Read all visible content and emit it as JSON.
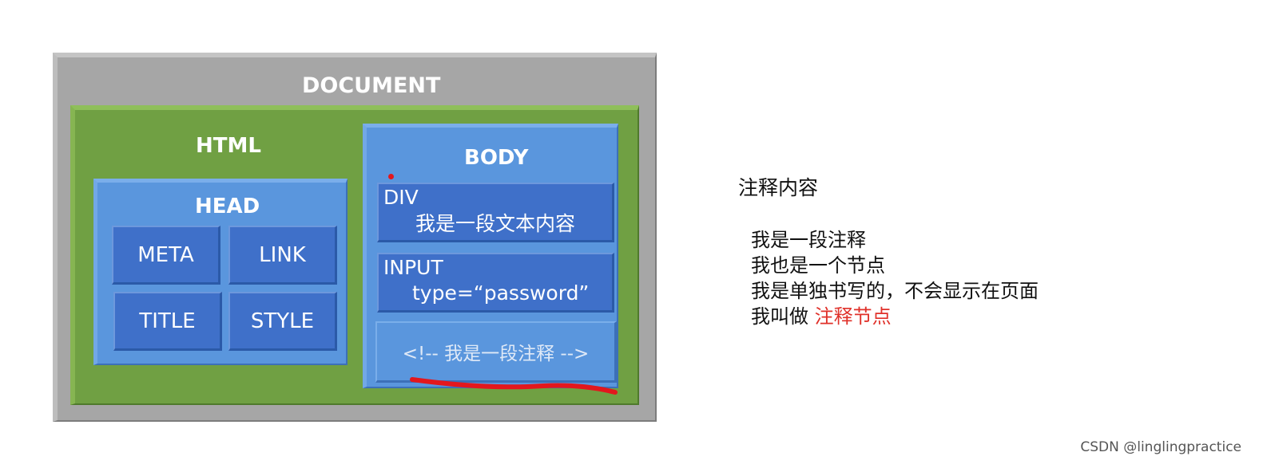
{
  "diagram": {
    "document": {
      "label": "DOCUMENT"
    },
    "html": {
      "label": "HTML"
    },
    "head": {
      "label": "HEAD",
      "children": [
        "META",
        "LINK",
        "TITLE",
        "STYLE"
      ]
    },
    "body": {
      "label": "BODY",
      "div": {
        "tag": "DIV",
        "content": "我是一段文本内容"
      },
      "input": {
        "tag": "INPUT",
        "attribute": "type=“password”"
      },
      "comment": "<!-- 我是一段注释 -->"
    },
    "colors": {
      "document": "#a6a6a6",
      "html": "#70a043",
      "container": "#5a96dd",
      "tile": "#3f70c9",
      "underline": "#e3171d",
      "highlight": "#e0312a"
    }
  },
  "notes": {
    "title": "注释内容",
    "lines": [
      "我是一段注释",
      "我也是一个节点",
      "我是单独书写的，不会显示在页面"
    ],
    "last_prefix": "我叫做",
    "last_highlight": "注释节点"
  },
  "watermark": "CSDN @linglingpractice"
}
